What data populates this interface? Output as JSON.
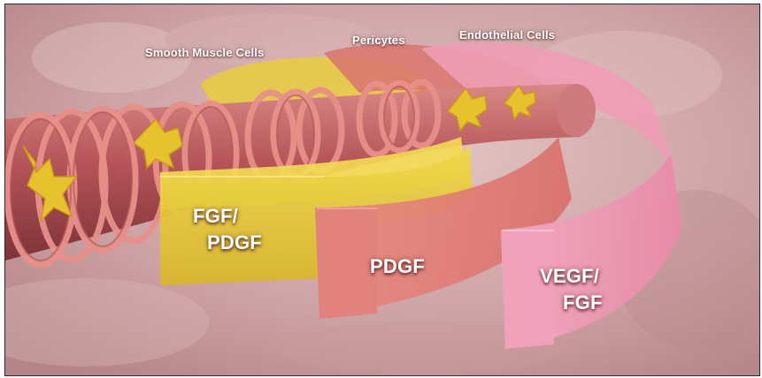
{
  "cell_labels": {
    "smooth_muscle": "Smooth Muscle Cells",
    "pericytes": "Pericytes",
    "endothelial": "Endothelial Cells"
  },
  "band_labels": {
    "smooth_muscle": {
      "line1": "FGF/",
      "line2": "PDGF"
    },
    "pericytes": {
      "line1": "PDGF"
    },
    "endothelial": {
      "line1": "VEGF/",
      "line2": "FGF"
    }
  },
  "colors": {
    "smooth_muscle_band": "#e9cc34",
    "pericyte_band": "#dd7a72",
    "endothelial_band": "#ec9ab4",
    "vessel": "#b85a5c",
    "background": "#c9a0a2"
  }
}
